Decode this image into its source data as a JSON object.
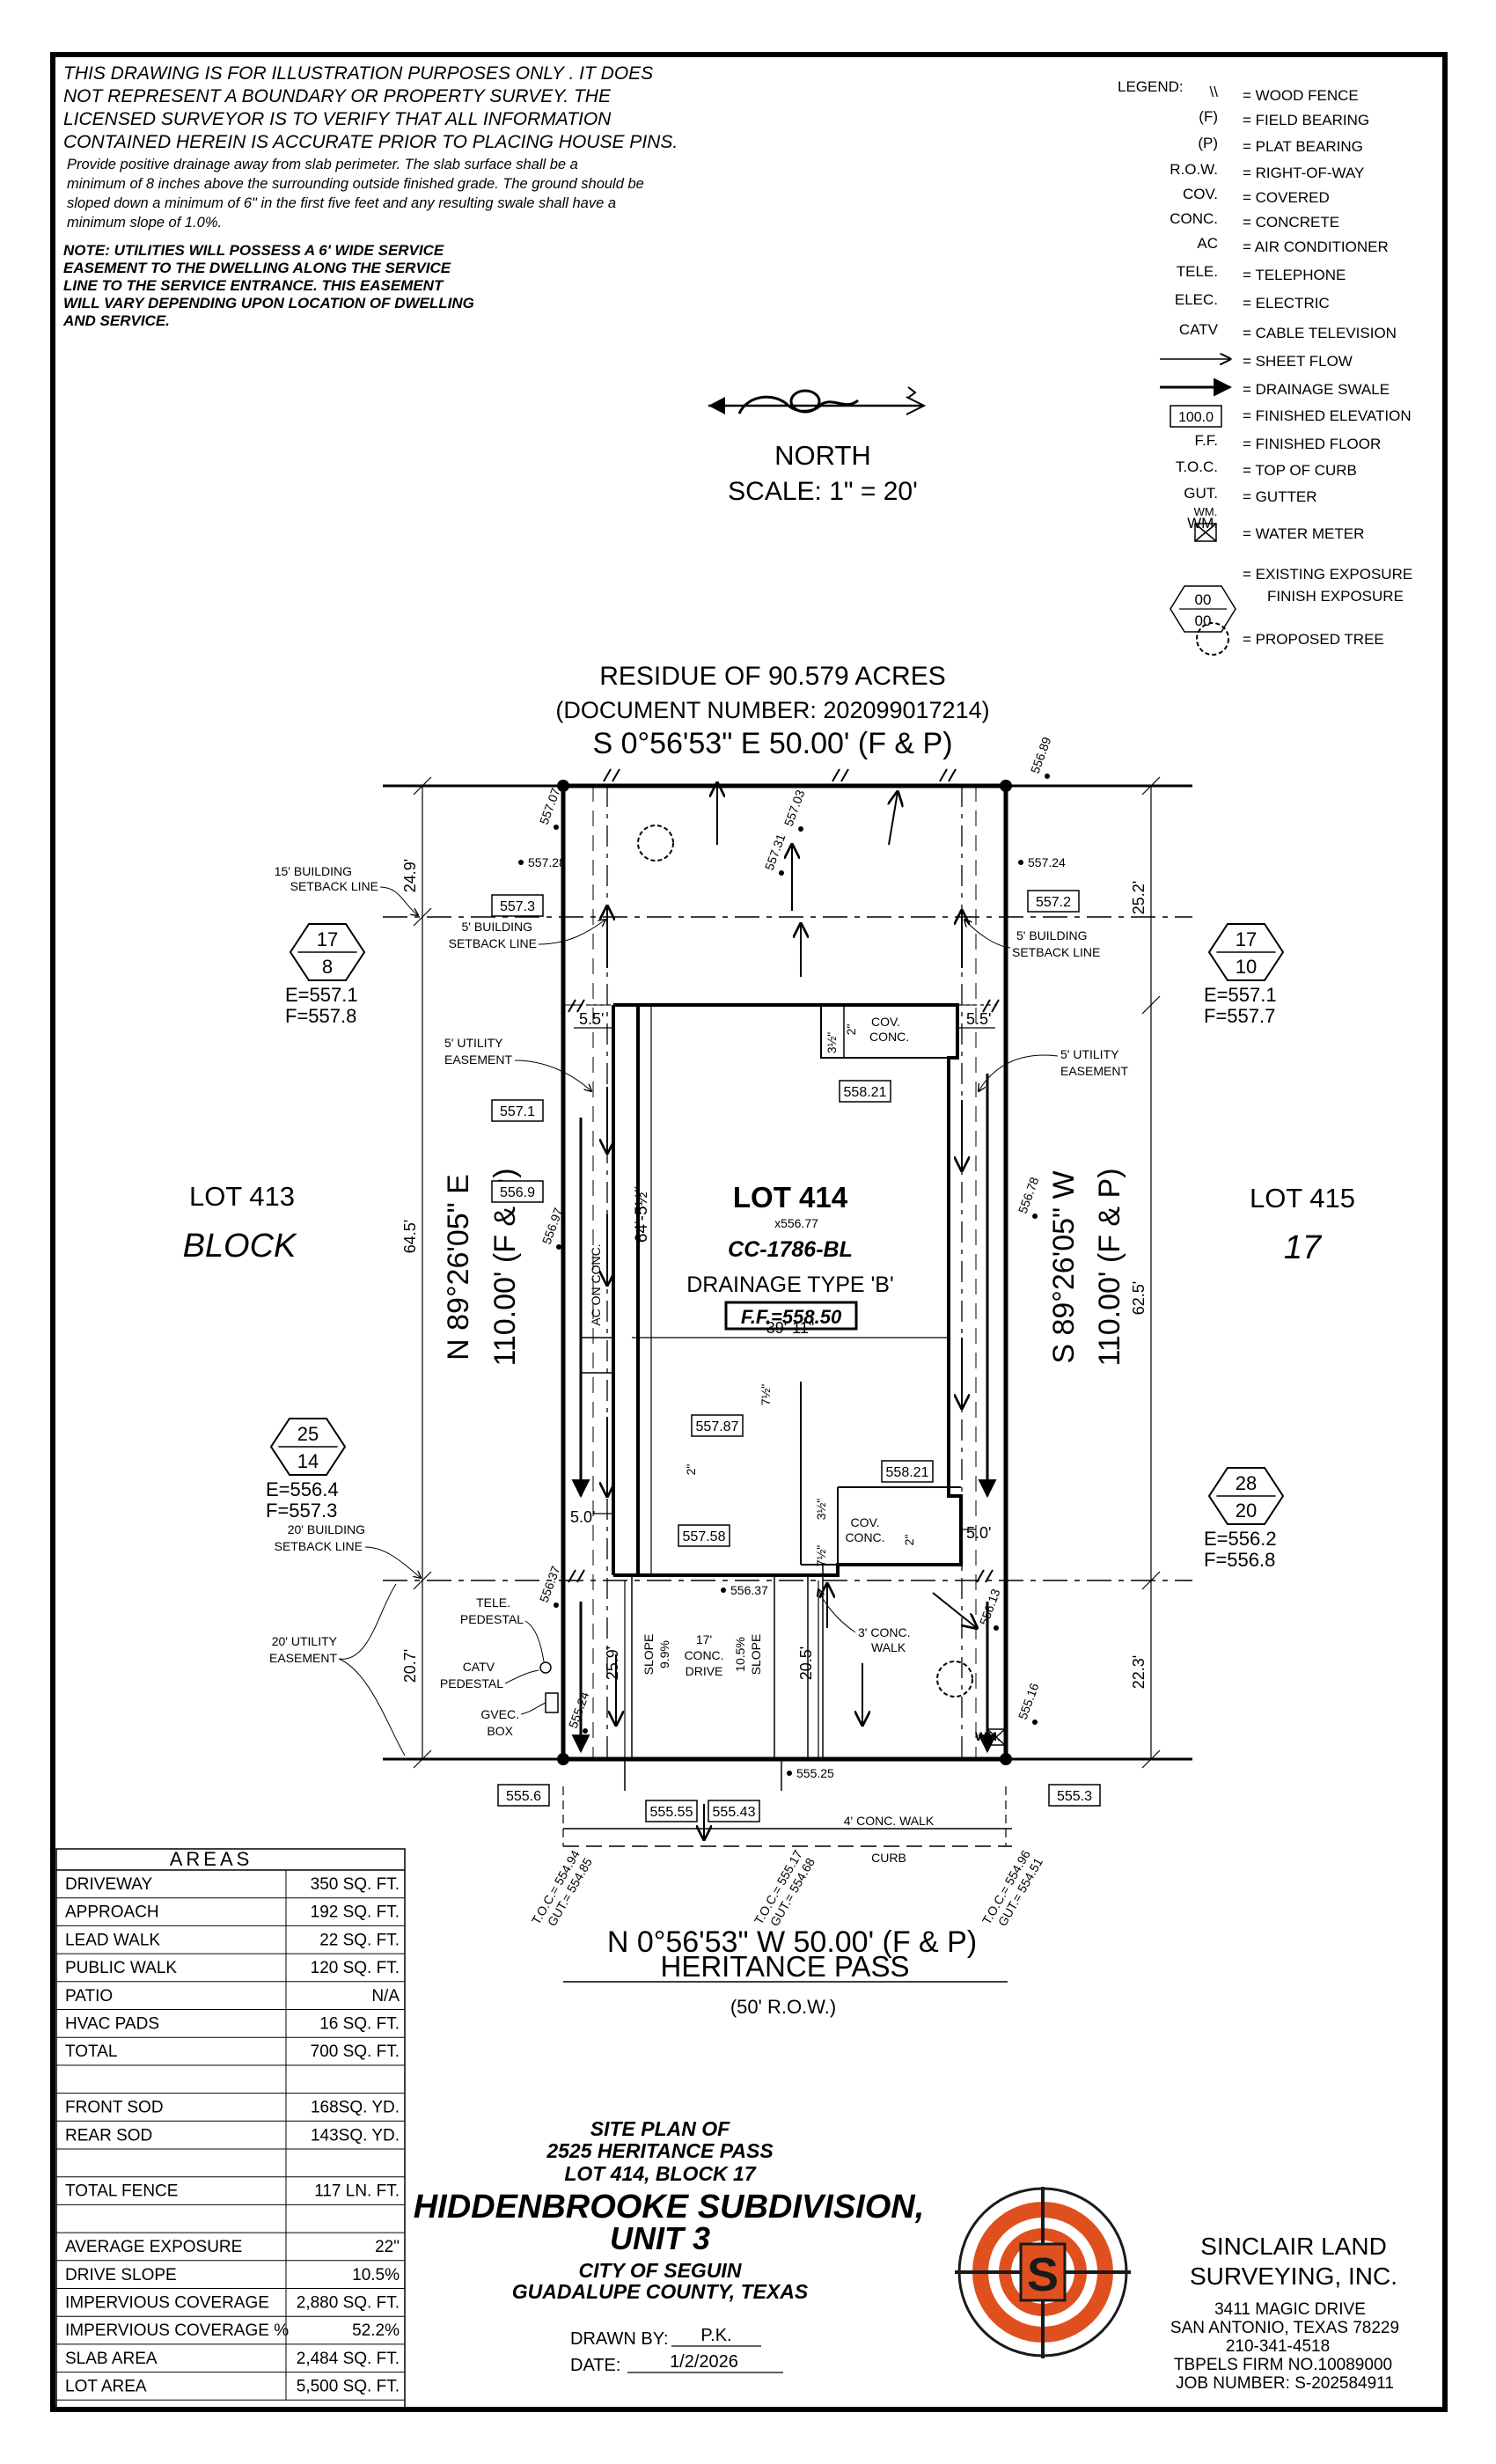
{
  "notes": {
    "disclaimer": [
      "THIS DRAWING IS FOR ILLUSTRATION PURPOSES ONLY . IT DOES",
      "NOT REPRESENT A BOUNDARY OR PROPERTY SURVEY. THE",
      "LICENSED SURVEYOR IS TO VERIFY THAT ALL INFORMATION",
      "CONTAINED HEREIN IS ACCURATE PRIOR TO PLACING HOUSE PINS."
    ],
    "drainage": [
      "Provide positive drainage away from slab perimeter. The slab surface shall be a",
      "minimum of 8 inches above the surrounding outside finished grade. The ground should be",
      "sloped down a minimum of 6\" in the first five feet and any resulting swale shall have a",
      "minimum slope of 1.0%."
    ],
    "utilities": [
      "NOTE: UTILITIES WILL POSSESS A 6' WIDE SERVICE",
      "EASEMENT TO THE DWELLING ALONG THE SERVICE",
      "LINE TO THE SERVICE ENTRANCE. THIS EASEMENT",
      "WILL VARY DEPENDING UPON LOCATION OF DWELLING",
      "AND SERVICE."
    ]
  },
  "legend": {
    "title": "LEGEND:",
    "items": [
      {
        "symbol": "\\\\",
        "text": "= WOOD FENCE"
      },
      {
        "symbol": "(F)",
        "text": "= FIELD BEARING"
      },
      {
        "symbol": "(P)",
        "text": "= PLAT BEARING"
      },
      {
        "symbol": "R.O.W.",
        "text": "= RIGHT-OF-WAY"
      },
      {
        "symbol": "COV.",
        "text": "= COVERED"
      },
      {
        "symbol": "CONC.",
        "text": "= CONCRETE"
      },
      {
        "symbol": "AC",
        "text": "= AIR CONDITIONER"
      },
      {
        "symbol": "TELE.",
        "text": "= TELEPHONE"
      },
      {
        "symbol": "ELEC.",
        "text": "= ELECTRIC"
      },
      {
        "symbol": "CATV",
        "text": "= CABLE TELEVISION"
      },
      {
        "symbol": "",
        "text": "= SHEET FLOW"
      },
      {
        "symbol": "",
        "text": "= DRAINAGE SWALE"
      },
      {
        "symbol": "100.0",
        "text": "= FINISHED ELEVATION"
      },
      {
        "symbol": "F.F.",
        "text": "= FINISHED FLOOR"
      },
      {
        "symbol": "T.O.C.",
        "text": "= TOP OF CURB"
      },
      {
        "symbol": "GUT.",
        "text": "= GUTTER"
      },
      {
        "symbol": "WM.",
        "text": "= WATER METER"
      }
    ],
    "exposure_top": "00",
    "exposure_bottom": "00",
    "exposure_text": [
      "= EXISTING EXPOSURE",
      "FINISH EXPOSURE"
    ],
    "tree_text": "= PROPOSED TREE"
  },
  "north": {
    "label": "NORTH",
    "scale": "SCALE: 1\" = 20'"
  },
  "plan": {
    "residue": "RESIDUE OF 90.579 ACRES",
    "document": "(DOCUMENT NUMBER: 202099017214)",
    "top_bearing": "S 0°56'53\" E 50.00' (F & P)",
    "bottom_bearing": "N 0°56'53\" W 50.00' (F & P)",
    "left_bearing": "N 89°26'05\" E",
    "left_distance": "110.00' (F & P)",
    "right_bearing": "S 89°26'05\" W",
    "right_distance": "110.00' (F & P)",
    "street": "HERITANCE PASS",
    "row": "(50' R.O.W.)",
    "lot_left": "LOT 413",
    "block_left": "BLOCK",
    "lot_right": "LOT 415",
    "block_right": "17",
    "lot": "LOT 414",
    "lot_elev": "x556.77",
    "plan_code": "CC-1786-BL",
    "drainage_type": "DRAINAGE TYPE 'B'",
    "ff": "F.F.=558.50",
    "house_width": "39'-11\"",
    "house_depth": "64'-5½\"",
    "left_len_1": "24.9'",
    "left_len_2": "64.5'",
    "left_len_3": "20.7'",
    "right_len_1": "25.2'",
    "right_len_2": "62.5'",
    "right_len_3": "22.3'",
    "drive_len": "25.9'",
    "walk_len": "20.5'",
    "side_setbacks": [
      "5.5'",
      "5.5'",
      "5.0'",
      "5.0'"
    ],
    "elevations": [
      "557.3",
      "557.2",
      "557.1",
      "556.9",
      "558.21",
      "557.87",
      "557.58",
      "558.21",
      "555.6",
      "555.55",
      "555.43",
      "555.3"
    ],
    "spot_elevs": [
      "557.07",
      "557.28",
      "557.03",
      "557.31",
      "556.89",
      "557.24",
      "556.97",
      "556.78",
      "556.37",
      "556.37",
      "556.13",
      "555.24",
      "555.25",
      "555.16"
    ],
    "exposures": [
      {
        "top": "17",
        "bottom": "8",
        "e": "E=557.1",
        "f": "F=557.8"
      },
      {
        "top": "17",
        "bottom": "10",
        "e": "E=557.1",
        "f": "F=557.7"
      },
      {
        "top": "25",
        "bottom": "14",
        "e": "E=556.4",
        "f": "F=557.3"
      },
      {
        "top": "28",
        "bottom": "20",
        "e": "E=556.2",
        "f": "F=556.8"
      }
    ],
    "callouts": {
      "bsl15": [
        "15' BUILDING",
        "SETBACK LINE"
      ],
      "bsl5_left": [
        "5' BUILDING",
        "SETBACK LINE"
      ],
      "bsl5_right": [
        "5' BUILDING",
        "SETBACK LINE"
      ],
      "ue5_left": [
        "5' UTILITY",
        "EASEMENT"
      ],
      "ue5_right": [
        "5' UTILITY",
        "EASEMENT"
      ],
      "bsl20": [
        "20' BUILDING",
        "SETBACK LINE"
      ],
      "ue20": [
        "20' UTILITY",
        "EASEMENT"
      ],
      "tele": [
        "TELE.",
        "PEDESTAL"
      ],
      "catv": [
        "CATV",
        "PEDESTAL"
      ],
      "gvec": [
        "GVEC.",
        "BOX"
      ],
      "ac": "AC ON CONC.",
      "cov_top": [
        "COV.",
        "CONC."
      ],
      "cov_bottom": [
        "COV.",
        "CONC."
      ],
      "walk3": [
        "3' CONC.",
        "WALK"
      ],
      "drive": [
        "17'",
        "CONC.",
        "DRIVE"
      ],
      "slope_l": [
        "SLOPE",
        "9.9%"
      ],
      "slope_r": [
        "10.5%",
        "SLOPE"
      ],
      "walk4": "4' CONC. WALK",
      "curb": "CURB",
      "wm": "WM.",
      "step_a": "3½\"",
      "step_b": "2\"",
      "step_c": "7½\"",
      "step_d": "2\"",
      "step_e": "3½\"",
      "step_f": "2\"",
      "step_g": "7½\""
    },
    "toc": [
      [
        "T.O.C.= 554.94",
        "GUT.= 554.85"
      ],
      [
        "T.O.C.= 555.17",
        "GUT.= 554.68"
      ],
      [
        "T.O.C.= 554.96",
        "GUT.= 554.51"
      ]
    ]
  },
  "areas": {
    "title": "AREAS",
    "rows": [
      {
        "label": "DRIVEWAY",
        "value": "350 SQ. FT."
      },
      {
        "label": "APPROACH",
        "value": "192 SQ. FT."
      },
      {
        "label": "LEAD WALK",
        "value": "22 SQ. FT."
      },
      {
        "label": "PUBLIC WALK",
        "value": "120 SQ. FT."
      },
      {
        "label": "PATIO",
        "value": "N/A"
      },
      {
        "label": "HVAC PADS",
        "value": "16 SQ. FT."
      },
      {
        "label": "TOTAL",
        "value": "700 SQ. FT."
      },
      {
        "label": "",
        "value": ""
      },
      {
        "label": "FRONT SOD",
        "value": "168SQ. YD."
      },
      {
        "label": "REAR SOD",
        "value": "143SQ. YD."
      },
      {
        "label": "",
        "value": ""
      },
      {
        "label": "TOTAL FENCE",
        "value": "117 LN. FT."
      },
      {
        "label": "",
        "value": ""
      },
      {
        "label": "AVERAGE EXPOSURE",
        "value": "22\""
      },
      {
        "label": "DRIVE SLOPE",
        "value": "10.5%"
      },
      {
        "label": "IMPERVIOUS COVERAGE",
        "value": "2,880 SQ. FT."
      },
      {
        "label": "IMPERVIOUS COVERAGE %",
        "value": "52.2%"
      },
      {
        "label": "SLAB AREA",
        "value": "2,484 SQ. FT."
      },
      {
        "label": "LOT AREA",
        "value": "5,500 SQ. FT."
      }
    ]
  },
  "title_block": {
    "line1": "SITE PLAN OF",
    "line2": "2525 HERITANCE PASS",
    "line3": "LOT 414, BLOCK 17",
    "line4": "HIDDENBROOKE SUBDIVISION,",
    "line5": "UNIT 3",
    "line6": "CITY OF SEGUIN",
    "line7": "GUADALUPE COUNTY, TEXAS",
    "drawn_by_label": "DRAWN BY:",
    "drawn_by": "P.K.",
    "date_label": "DATE:",
    "date": "1/2/2026"
  },
  "company": {
    "name1": "SINCLAIR LAND",
    "name2": "SURVEYING, INC.",
    "address1": "3411 MAGIC DRIVE",
    "address2": "SAN ANTONIO, TEXAS 78229",
    "phone": "210-341-4518",
    "firm": "TBPELS FIRM NO.10089000",
    "job": "JOB NUMBER: S-202584911",
    "logo_letter": "S",
    "logo_color": "#e0501f"
  }
}
